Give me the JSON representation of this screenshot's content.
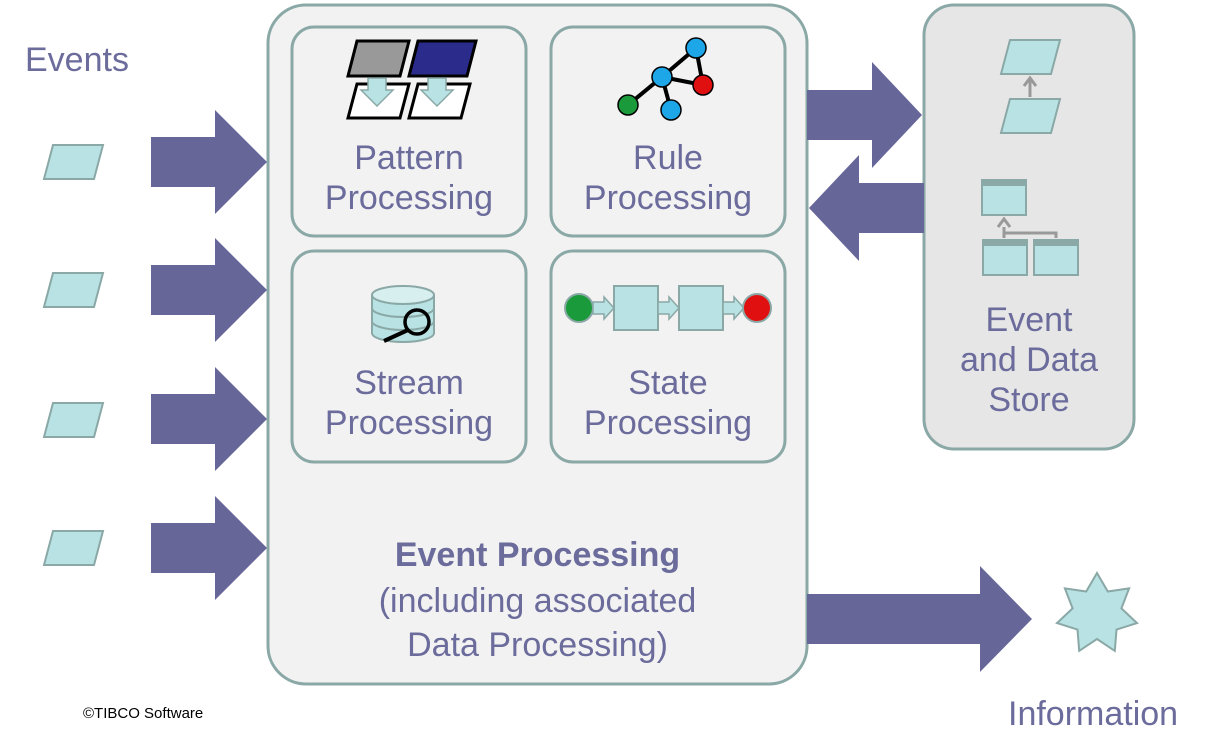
{
  "labels": {
    "events": "Events",
    "information": "Information",
    "copyright": "©TIBCO Software"
  },
  "modules": {
    "pattern": {
      "line1": "Pattern",
      "line2": "Processing"
    },
    "rule": {
      "line1": "Rule",
      "line2": "Processing"
    },
    "stream": {
      "line1": "Stream",
      "line2": "Processing"
    },
    "state": {
      "line1": "State",
      "line2": "Processing"
    }
  },
  "event_processing": {
    "title": "Event Processing",
    "subtitle_line1": "(including associated",
    "subtitle_line2": "Data Processing)"
  },
  "store": {
    "line1": "Event",
    "line2": "and Data",
    "line3": "Store"
  },
  "colors": {
    "arrow": "#676699",
    "text": "#6b6b9c",
    "box_fill": "#f2f2f2",
    "box_border": "#8aa8a6",
    "event_fill": "#b9e2e4",
    "event_border": "#8aa8a6",
    "green": "#1a9a3a",
    "red": "#e01010",
    "blue_node": "#1ea7e8",
    "navy": "#2b2b8c"
  }
}
